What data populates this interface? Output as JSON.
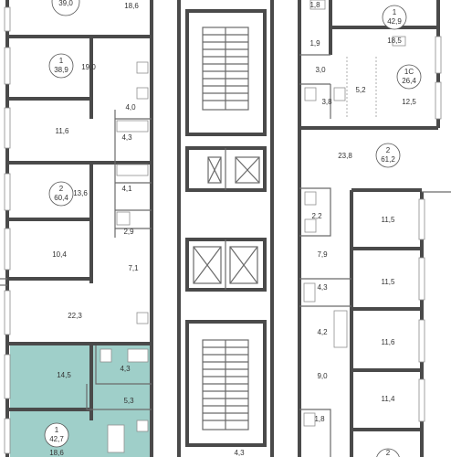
{
  "plan": {
    "highlight_color": "#9fcfc9",
    "apartments": [
      {
        "id": "apt-top-left",
        "rooms": "",
        "area": "39,0",
        "cx": 0,
        "cy": 0
      },
      {
        "id": "apt-1-38-9",
        "rooms": "1",
        "area": "38,9"
      },
      {
        "id": "apt-2-60-4",
        "rooms": "2",
        "area": "60,4"
      },
      {
        "id": "apt-1-42-7",
        "rooms": "1",
        "area": "42,7",
        "highlighted": true
      },
      {
        "id": "apt-1-42-9",
        "rooms": "1",
        "area": "42,9"
      },
      {
        "id": "apt-1c-26-4",
        "rooms": "1C",
        "area": "26,4"
      },
      {
        "id": "apt-2-61-2",
        "rooms": "2",
        "area": "61,2"
      },
      {
        "id": "apt-bottom-right",
        "rooms": "2",
        "area": ""
      }
    ],
    "rooms": [
      "18,6",
      "19,0",
      "4,0",
      "11,6",
      "4,3",
      "4,1",
      "13,6",
      "2,9",
      "10,4",
      "7,1",
      "22,3",
      "14,5",
      "4,3",
      "5,3",
      "18,6",
      "1,8",
      "18,5",
      "1,9",
      "3,0",
      "5,2",
      "3,8",
      "12,5",
      "23,8",
      "2,2",
      "11,5",
      "7,9",
      "11,5",
      "4,3",
      "4,2",
      "11,6",
      "9,0",
      "11,4",
      "1,8",
      "4,3"
    ]
  }
}
